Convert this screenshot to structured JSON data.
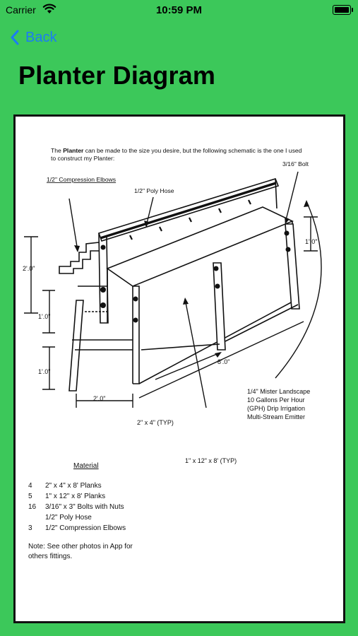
{
  "status_bar": {
    "carrier": "Carrier",
    "time": "10:59 PM"
  },
  "nav": {
    "back_label": "Back"
  },
  "page": {
    "title": "Planter Diagram"
  },
  "diagram": {
    "intro_prefix": "The ",
    "intro_bold": "Planter",
    "intro_rest": " can be made to the size you desire, but the following schematic is the one I used",
    "intro_line2": "to construct my Planter:",
    "label_elbows": "1/2\" Compression Elbows",
    "label_poly_hose": "1/2\" Poly Hose",
    "label_bolt": "3/16\" Bolt",
    "dim_2ft_height": "2'.0\"",
    "dim_1ft_right": "1'.0\"",
    "dim_1ft_mid": "1'.0\"",
    "dim_1ft_low": "1'.0\"",
    "dim_2ft_width": "2'.0\"",
    "dim_8ft": "8'.0\"",
    "label_2x4": "2\" x 4\" (TYP)",
    "label_1x12": "1\" x 12\" x 8' (TYP)",
    "mister_line1": "1/4\" Mister Landscape",
    "mister_line2": "10 Gallons Per Hour",
    "mister_line3": "(GPH) Drip Irrigation",
    "mister_line4": "Multi-Stream Emitter",
    "material_heading": "Material",
    "materials": [
      {
        "qty": "4",
        "item": "2\" x 4\" x 8' Planks"
      },
      {
        "qty": "5",
        "item": "1\" x 12\" x 8' Planks"
      },
      {
        "qty": "16",
        "item": "3/16\" x 3\" Bolts with Nuts"
      },
      {
        "qty": "",
        "item": "1/2\" Poly Hose"
      },
      {
        "qty": "3",
        "item": "1/2\" Compression Elbows"
      }
    ],
    "note_line1": "Note: See other photos in App for",
    "note_line2": "others fittings."
  }
}
